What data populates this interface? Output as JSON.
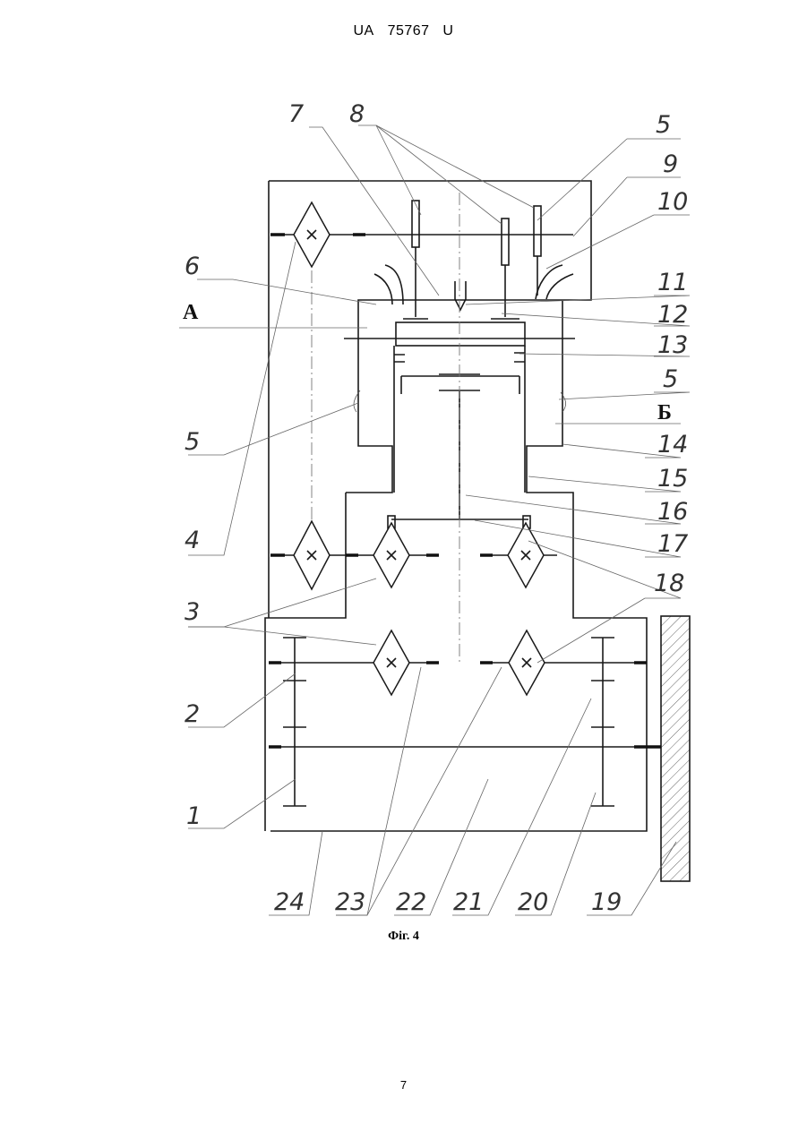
{
  "header": {
    "country": "UA",
    "number": "75767",
    "kind": "U"
  },
  "figure": {
    "caption": "Фіг. 4",
    "labels": [
      "7",
      "8",
      "5",
      "9",
      "10",
      "6",
      "11",
      "12",
      "13",
      "5",
      "5",
      "14",
      "15",
      "16",
      "17",
      "4",
      "18",
      "3",
      "2",
      "1",
      "24",
      "23",
      "22",
      "21",
      "20",
      "19"
    ],
    "letter_a": "А",
    "letter_b": "Б"
  },
  "page_number": "7"
}
